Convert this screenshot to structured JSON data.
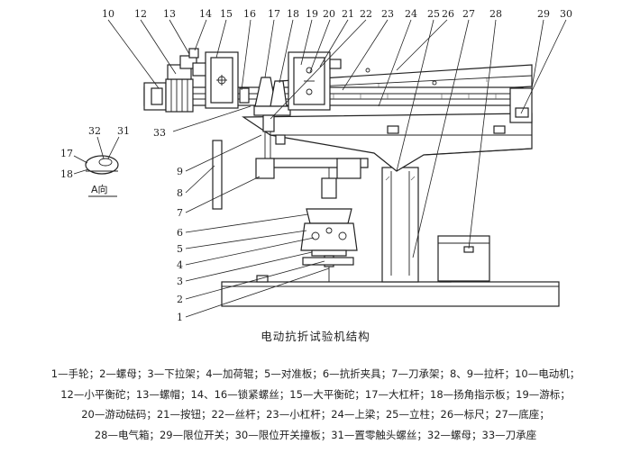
{
  "caption": "电动抗折试验机结构",
  "callouts": [
    "1",
    "2",
    "3",
    "4",
    "5",
    "6",
    "7",
    "8",
    "9",
    "10",
    "12",
    "13",
    "14",
    "15",
    "16",
    "17",
    "18",
    "19",
    "20",
    "21",
    "22",
    "23",
    "24",
    "25",
    "26",
    "27",
    "28",
    "29",
    "30",
    "33"
  ],
  "inset": {
    "label": "A向",
    "numbers": [
      "32",
      "31",
      "17",
      "18"
    ]
  },
  "legend_lines": [
    "1—手轮；2—螺母；3—下拉架；4—加荷辊；5—对准板；6—抗折夹具；7—刀承架；8、9—拉杆；10—电动机；",
    "12—小平衡砣；13—螺帽；14、16—锁紧螺丝；15—大平衡砣；17—大杠杆；18—扬角指示板；19—游标；",
    "20—游动砝码；21—按钮；22—丝杆；23—小杠杆；24—上梁；25—立柱；26—标尺；27—底座；",
    "28—电气箱；29—限位开关；30—限位开关撞板；31—置零触头螺丝；32—螺母；33—刀承座"
  ]
}
